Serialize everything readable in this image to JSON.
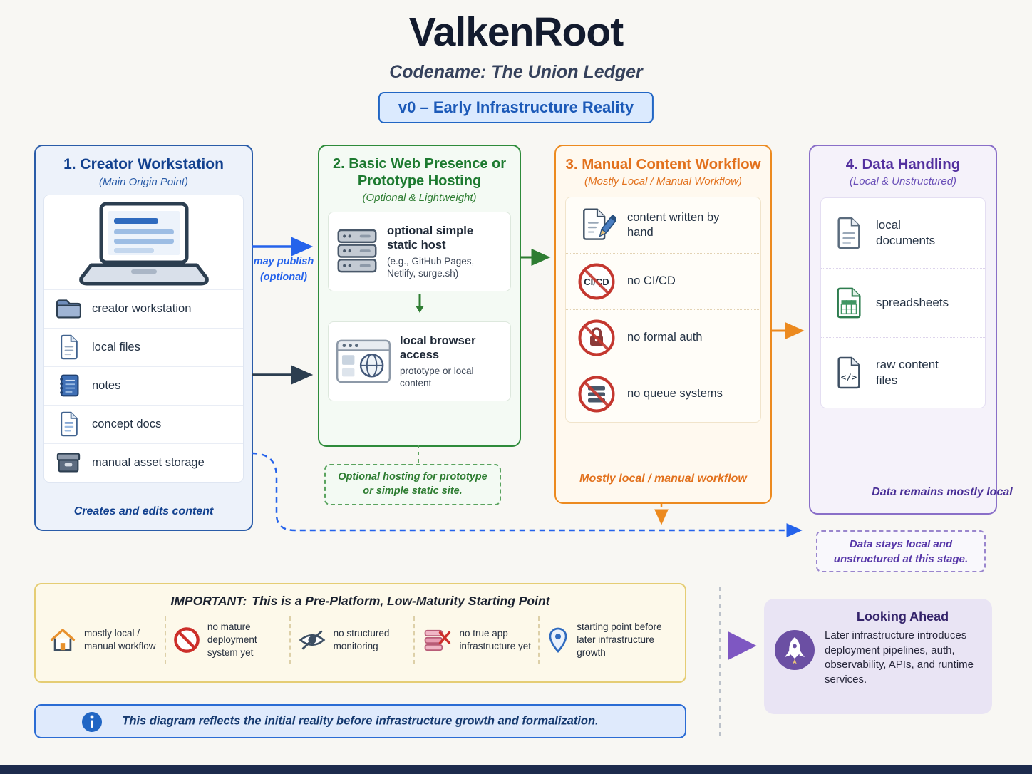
{
  "page": {
    "title": "ValkenRoot",
    "subtitle": "Codename: The Union Ledger",
    "version_badge": "v0 – Early Infrastructure Reality"
  },
  "creator": {
    "title": "1. Creator Workstation",
    "subtitle": "(Main Origin Point)",
    "items": [
      {
        "icon": "folder-icon",
        "label": "creator workstation"
      },
      {
        "icon": "file-icon",
        "label": "local files"
      },
      {
        "icon": "notebook-icon",
        "label": "notes"
      },
      {
        "icon": "document-icon",
        "label": "concept docs"
      },
      {
        "icon": "storage-box-icon",
        "label": "manual asset storage"
      }
    ],
    "footer": "Creates and edits content"
  },
  "arrows": {
    "may_publish_line1": "may publish",
    "may_publish_line2": "(optional)"
  },
  "hosting": {
    "title": "2. Basic Web Presence or Prototype Hosting",
    "subtitle": "(Optional & Lightweight)",
    "static_host": {
      "title": "optional simple static host",
      "detail": "(e.g., GitHub Pages, Netlify, surge.sh)"
    },
    "browser_access": {
      "title": "local browser access",
      "detail": "prototype or local content"
    },
    "note": "Optional hosting for prototype or simple static site."
  },
  "workflow": {
    "title": "3. Manual Content Workflow",
    "subtitle": "(Mostly Local / Manual Workflow)",
    "items": [
      {
        "icon": "handwritten-doc-icon",
        "label": "content written by hand"
      },
      {
        "icon": "no-cicd-icon",
        "icon_label": "CI/CD",
        "label": "no CI/CD"
      },
      {
        "icon": "no-auth-icon",
        "label": "no formal auth"
      },
      {
        "icon": "no-queue-icon",
        "label": "no queue systems"
      }
    ],
    "footer": "Mostly local / manual workflow"
  },
  "data_handling": {
    "title": "4. Data Handling",
    "subtitle": "(Local & Unstructured)",
    "items": [
      {
        "icon": "document-icon",
        "label": "local documents"
      },
      {
        "icon": "spreadsheet-icon",
        "label": "spreadsheets"
      },
      {
        "icon": "code-file-icon",
        "label": "raw content files",
        "icon_glyph": "</>"
      }
    ],
    "footer": "Data remains mostly local"
  },
  "data_note": "Data stays local and unstructured at this stage.",
  "important": {
    "label": "IMPORTANT:",
    "title": "This is a Pre-Platform, Low-Maturity Starting Point",
    "items": [
      {
        "icon": "house-icon",
        "label": "mostly local / manual workflow"
      },
      {
        "icon": "prohibited-icon",
        "label": "no mature deployment system yet"
      },
      {
        "icon": "eye-slash-icon",
        "label": "no structured monitoring"
      },
      {
        "icon": "no-app-stack-icon",
        "label": "no true app infrastructure yet"
      },
      {
        "icon": "map-pin-icon",
        "label": "starting point before later infrastructure growth"
      }
    ]
  },
  "looking_ahead": {
    "title": "Looking Ahead",
    "body": "Later infrastructure introduces deployment pipelines, auth, observability, APIs, and runtime services."
  },
  "footer_note": "This diagram reflects the initial reality before infrastructure growth and formalization.",
  "colors": {
    "blue": "#2563eb",
    "dark": "#2c3e50",
    "green": "#2e7d32",
    "orange": "#ec8a1f",
    "purple": "#7e57c2",
    "red": "#c4372f"
  }
}
